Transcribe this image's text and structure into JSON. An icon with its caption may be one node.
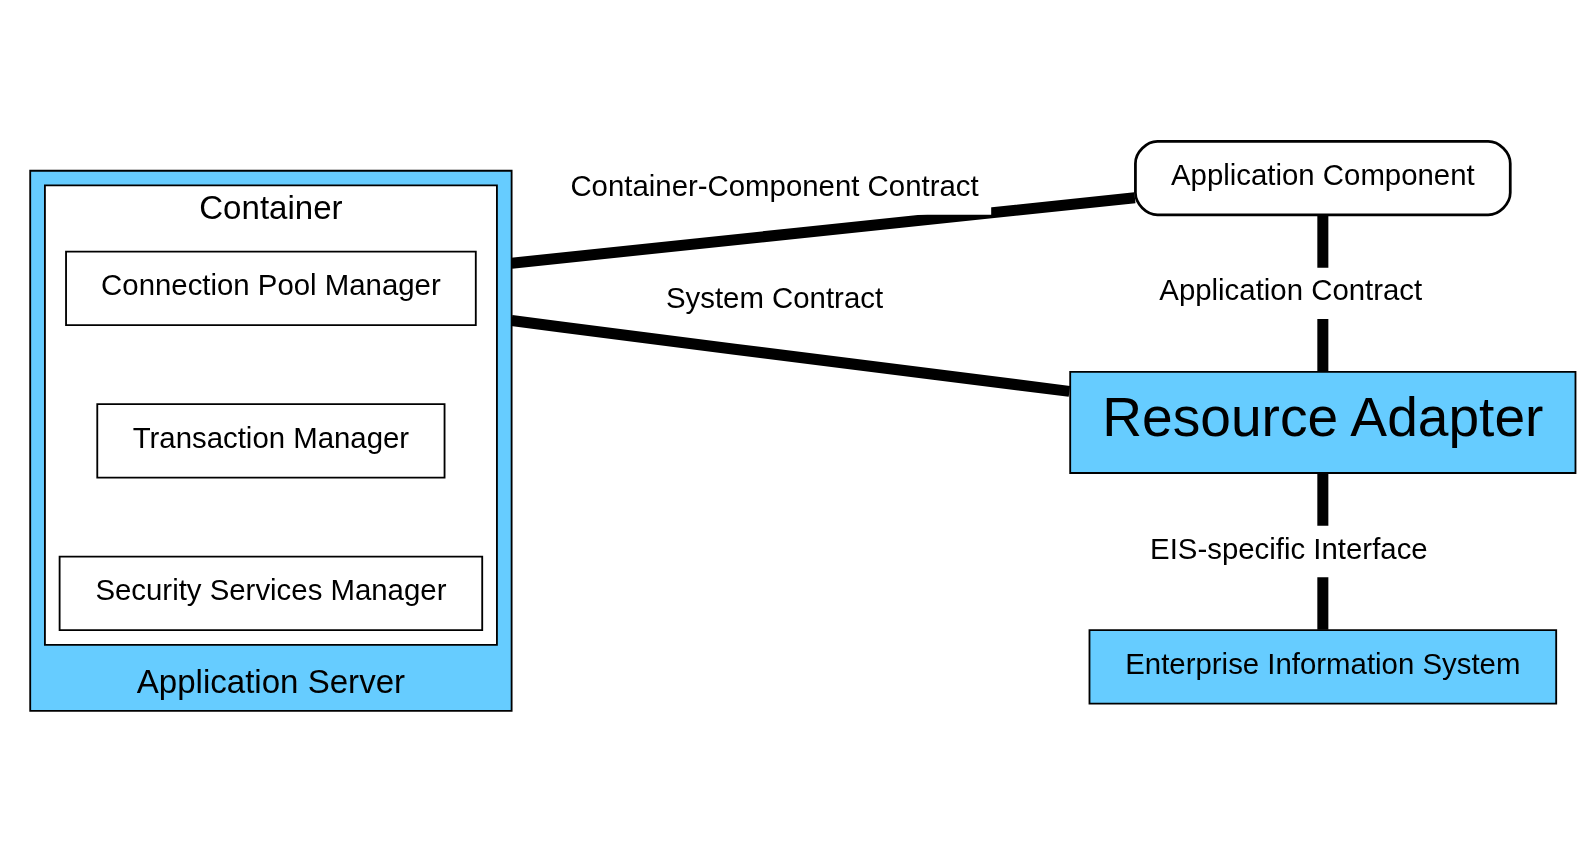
{
  "diagram": {
    "nodes": [
      {
        "text": [
          "Application Server"
        ]
      },
      {
        "text": [
          "Container"
        ],
        "in": 0
      },
      {
        "text": [
          "Connection Pool Manager"
        ],
        "in": 1
      },
      {
        "text": [
          "Transaction Manager"
        ],
        "in": 1
      },
      {
        "text": [
          "Security Services Manager"
        ],
        "in": 1
      },
      {
        "text": [
          "Application Component"
        ]
      },
      {
        "text": [
          "Resource Adapter"
        ]
      },
      {
        "text": [
          "Enterprise Information System"
        ]
      }
    ],
    "edges": [
      {
        "from": 0,
        "to": 5,
        "arrow": "none",
        "label": "Container-Component Contract"
      },
      {
        "from": 5,
        "to": 6,
        "arrow": "none",
        "label": "Application Contract"
      },
      {
        "from": 0,
        "to": 6,
        "arrow": "none",
        "label": "System Contract"
      },
      {
        "from": 6,
        "to": 7,
        "arrow": "none",
        "label": "EIS-specific Interface"
      }
    ]
  }
}
